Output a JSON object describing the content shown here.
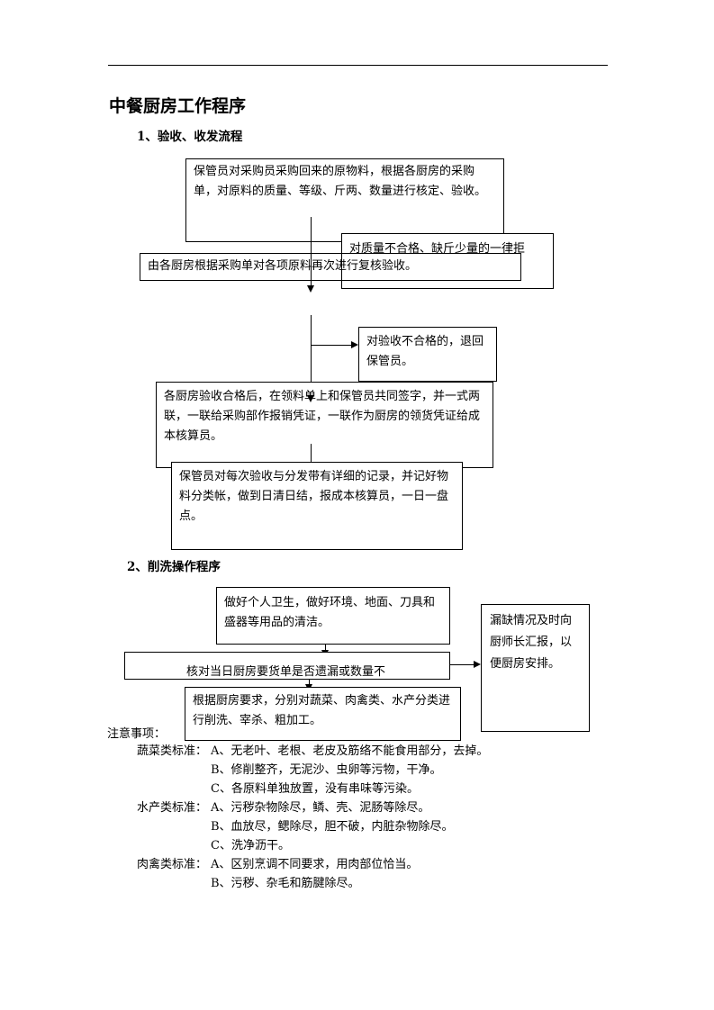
{
  "doc": {
    "title": "中餐厨房工作程序",
    "section1": {
      "heading": "1、验收、收发流程",
      "box1": "保管员对采购员采购回来的原物料，根据各厨房的采购单，对原料的质量、等级、斤两、数量进行核定、验收。",
      "box_reject": "对质量不合格、缺斤少量的一律拒",
      "box2": "由各厨房根据采购单对各项原料再次进行复核验收。",
      "box_return": "对验收不合格的，退回保管员。",
      "box3": "各厨房验收合格后，在领料单上和保管员共同签字，并一式两联，一联给采购部作报销凭证，一联作为厨房的领货凭证给成本核算员。",
      "box4": "保管员对每次验收与分发带有详细的记录，并记好物料分类帐，做到日清日结，报成本核算员，一日一盘点。"
    },
    "section2": {
      "heading": "2、削洗操作程序",
      "box1": "做好个人卫生，做好环境、地面、刀具和盛器等用品的清洁。",
      "box2": "核对当日厨房要货单是否遗漏或数量不",
      "box3": "根据厨房要求，分别对蔬菜、肉禽类、水产分类进行削洗、宰杀、粗加工。",
      "box_side": "漏缺情况及时向厨师长汇报，以便厨房安排。"
    },
    "notes": {
      "heading": "注意事项：",
      "veg_label": "蔬菜类标准：",
      "veg": [
        "A、无老叶、老根、老皮及筋络不能食用部分，去掉。",
        "B、修削整齐，无泥沙、虫卵等污物，干净。",
        "C、各原料单独放置，没有串味等污染。"
      ],
      "aqua_label": "水产类标准：",
      "aqua": [
        "A、污秽杂物除尽，鳞、壳、泥肠等除尽。",
        "B、血放尽，鳃除尽，胆不破，内脏杂物除尽。",
        "C、洗净沥干。"
      ],
      "meat_label": "肉禽类标准：",
      "meat": [
        "A、区别烹调不同要求，用肉部位恰当。",
        "B、污秽、杂毛和筋腱除尽。"
      ]
    }
  }
}
